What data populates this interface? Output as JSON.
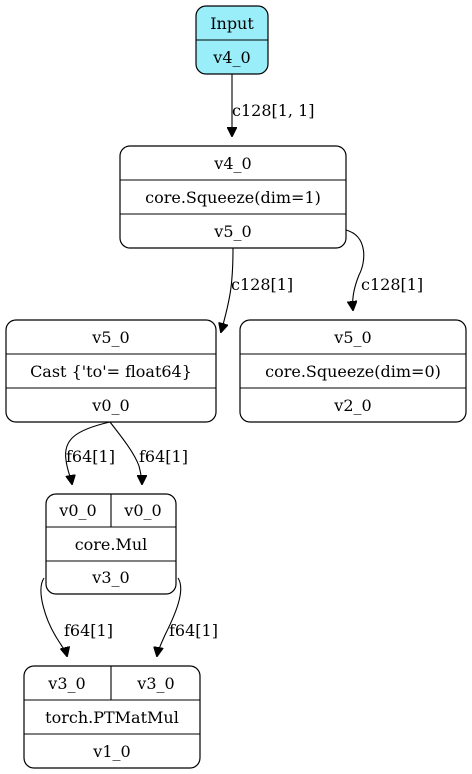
{
  "nodes": {
    "input": {
      "title": "Input",
      "output": "v4_0"
    },
    "squeeze1": {
      "input": "v4_0",
      "op": "core.Squeeze(dim=1)",
      "output": "v5_0"
    },
    "cast": {
      "input": "v5_0",
      "op": "Cast {'to'= float64}",
      "output": "v0_0"
    },
    "squeeze0": {
      "input": "v5_0",
      "op": "core.Squeeze(dim=0)",
      "output": "v2_0"
    },
    "mul": {
      "input_a": "v0_0",
      "input_b": "v0_0",
      "op": "core.Mul",
      "output": "v3_0"
    },
    "matmul": {
      "input_a": "v3_0",
      "input_b": "v3_0",
      "op": "torch.PTMatMul",
      "output": "v1_0"
    }
  },
  "edges": {
    "input_to_squeeze1": "c128[1, 1]",
    "squeeze1_to_cast": "c128[1]",
    "squeeze1_to_squeeze0": "c128[1]",
    "cast_to_mul_a": "f64[1]",
    "cast_to_mul_b": "f64[1]",
    "mul_to_matmul_a": "f64[1]",
    "mul_to_matmul_b": "f64[1]"
  },
  "colors": {
    "input_fill": "#99eefa",
    "node_fill": "#ffffff",
    "stroke": "#000000"
  }
}
